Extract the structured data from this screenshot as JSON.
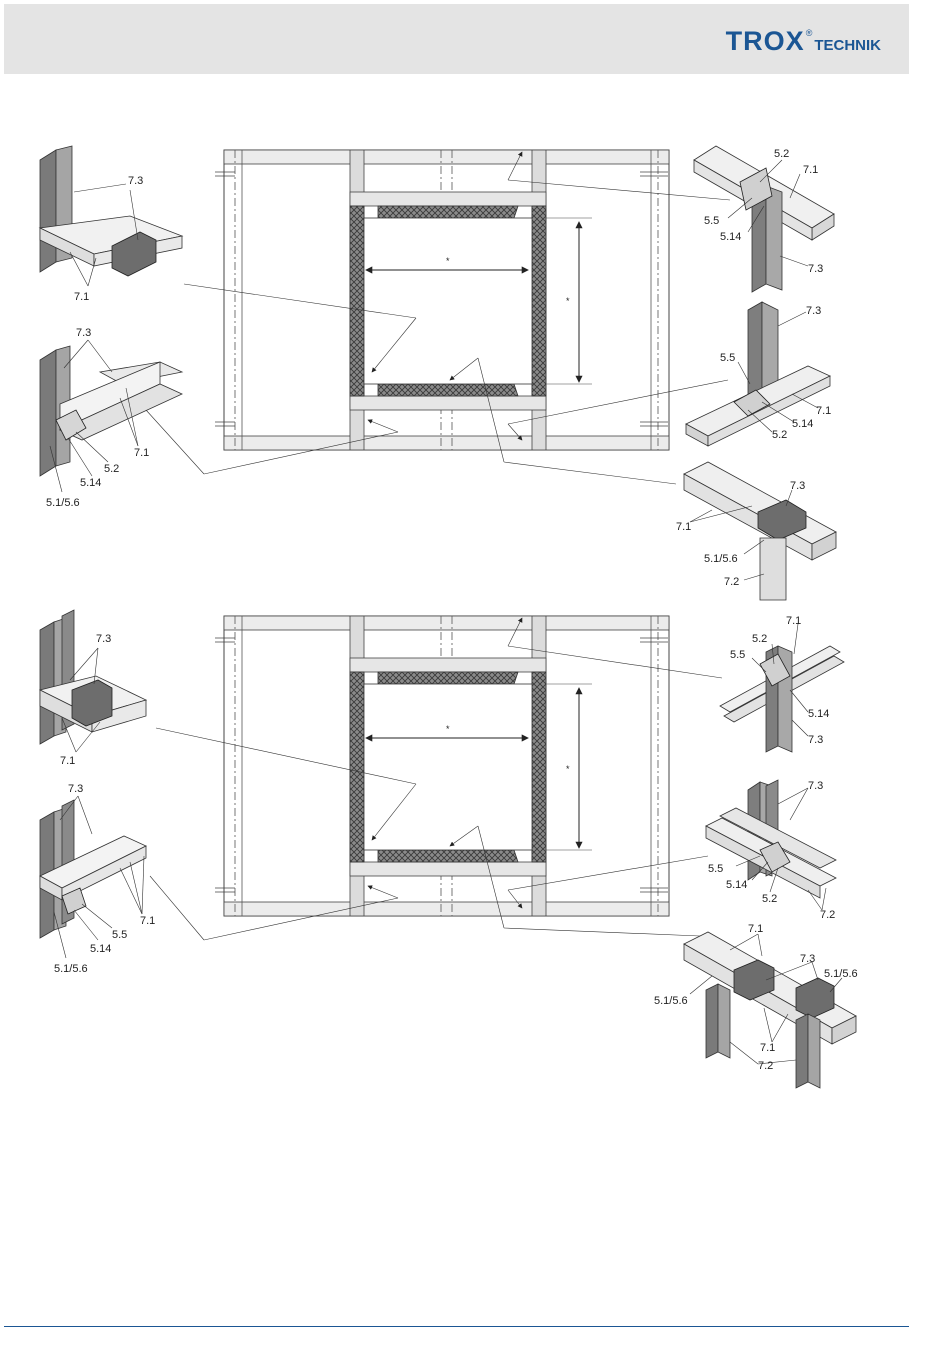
{
  "header": {
    "logo_main": "TROX",
    "logo_reg": "®",
    "logo_sub": "TECHNIK",
    "brand_color": "#1b5694",
    "background": "#e4e4e4"
  },
  "diagram": {
    "dimension_marker": "*",
    "top_section": {
      "detail_top_left": [
        "7.3",
        "7.1"
      ],
      "detail_mid_left": [
        "7.3",
        "7.1",
        "5.2",
        "5.14",
        "5.1/5.6"
      ],
      "detail_top_right": [
        "5.2",
        "7.1",
        "5.5",
        "5.14",
        "7.3"
      ],
      "detail_mid_right": [
        "7.3",
        "5.5",
        "7.1",
        "5.14",
        "5.2"
      ],
      "detail_bottom_right": [
        "7.3",
        "7.1",
        "5.1/5.6",
        "7.2"
      ]
    },
    "bottom_section": {
      "detail_top_left": [
        "7.3",
        "7.1"
      ],
      "detail_mid_left": [
        "7.3",
        "7.1",
        "5.5",
        "5.14",
        "5.1/5.6"
      ],
      "detail_top_right": [
        "7.1",
        "5.2",
        "5.5",
        "5.14",
        "7.3"
      ],
      "detail_mid_right": [
        "7.3",
        "5.5",
        "5.14",
        "5.2",
        "7.2"
      ],
      "detail_bottom_right": [
        "7.1",
        "7.3",
        "5.1/5.6",
        "5.1/5.6",
        "7.1",
        "7.2"
      ]
    }
  }
}
